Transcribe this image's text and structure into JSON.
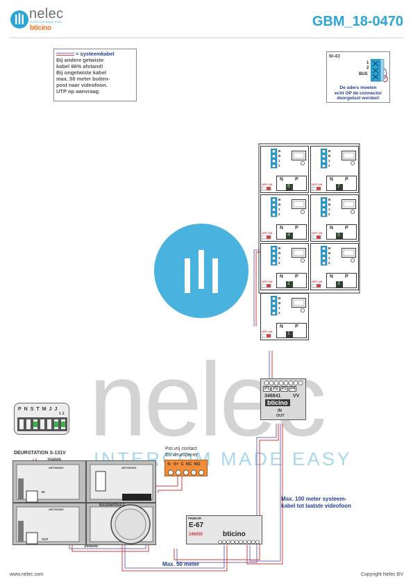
{
  "header": {
    "brand": "nelec",
    "brand_tagline": "INTERCOM MADE EASY",
    "partner_brand": "bticino",
    "doc_code": "GBM_18-0470"
  },
  "note": {
    "legend": "= systeemkabel",
    "lines": [
      "Bij andere getwiste",
      "kabel 66% afstand!",
      "Bij ongetwiste kabel",
      "max. 50 meter buiten-",
      "post naar videofoon.",
      "UTP op aanvraag."
    ]
  },
  "m43": {
    "title": "M-43",
    "pin1": "1",
    "pin2": "2",
    "bus_label": "BUS",
    "warning": [
      "De aders moeten",
      "echt OP de connector",
      "doorgelust worden!"
    ]
  },
  "watermark": {
    "word": "nelec",
    "tagline": "INTERCOM MADE EASY"
  },
  "monitor_terminals": [
    "B",
    "B",
    "1",
    "2"
  ],
  "monitors": [
    {
      "id": "6",
      "n": "N",
      "p": "P"
    },
    {
      "id": "7",
      "n": "N",
      "p": "P"
    },
    {
      "id": "4",
      "n": "N",
      "p": "P"
    },
    {
      "id": "5",
      "n": "N",
      "p": "P"
    },
    {
      "id": "2",
      "n": "N",
      "p": "P"
    },
    {
      "id": "3",
      "n": "N",
      "p": "P"
    },
    {
      "id": "1",
      "n": "N",
      "p": "P"
    }
  ],
  "off_on": "OFF-ON",
  "distributor": {
    "ports": [
      "P1",
      "P2",
      "P3",
      "P4"
    ],
    "code": "346841",
    "vv": "VV",
    "brand": "bticino",
    "in": "IN",
    "out": "OUT"
  },
  "door_panel": {
    "title": "DEURSTATION S-131V",
    "top_code": "354000",
    "bottom_code": "354000",
    "module_code_1": "ART352000",
    "module_code_2": "ART352000",
    "module_code_3": "ART351001",
    "base_module": "BASISMODULE",
    "in": "IN",
    "out": "OUT",
    "dip_labels": [
      "P",
      "N",
      "S",
      "T",
      "M",
      "J",
      "J"
    ],
    "dip_sub": [
      "1",
      "2"
    ]
  },
  "contact": {
    "title_1": "Pot.vrij contact",
    "title_2": "tbv deuropener",
    "terminals": [
      "S-",
      "S+",
      "C",
      "NC",
      "NO"
    ]
  },
  "power_supply": {
    "model": "E-67",
    "code": "346050",
    "brand": "bticino",
    "label": "PRIMAIR"
  },
  "labels": {
    "max100_line1": "Max. 100 meter systeem-",
    "max100_line2": "kabel tot laatste videofoon",
    "max50": "Max. 50 meter"
  },
  "footer": {
    "website": "www.nelec.com",
    "copyright": "Copyright Nelec BV"
  }
}
